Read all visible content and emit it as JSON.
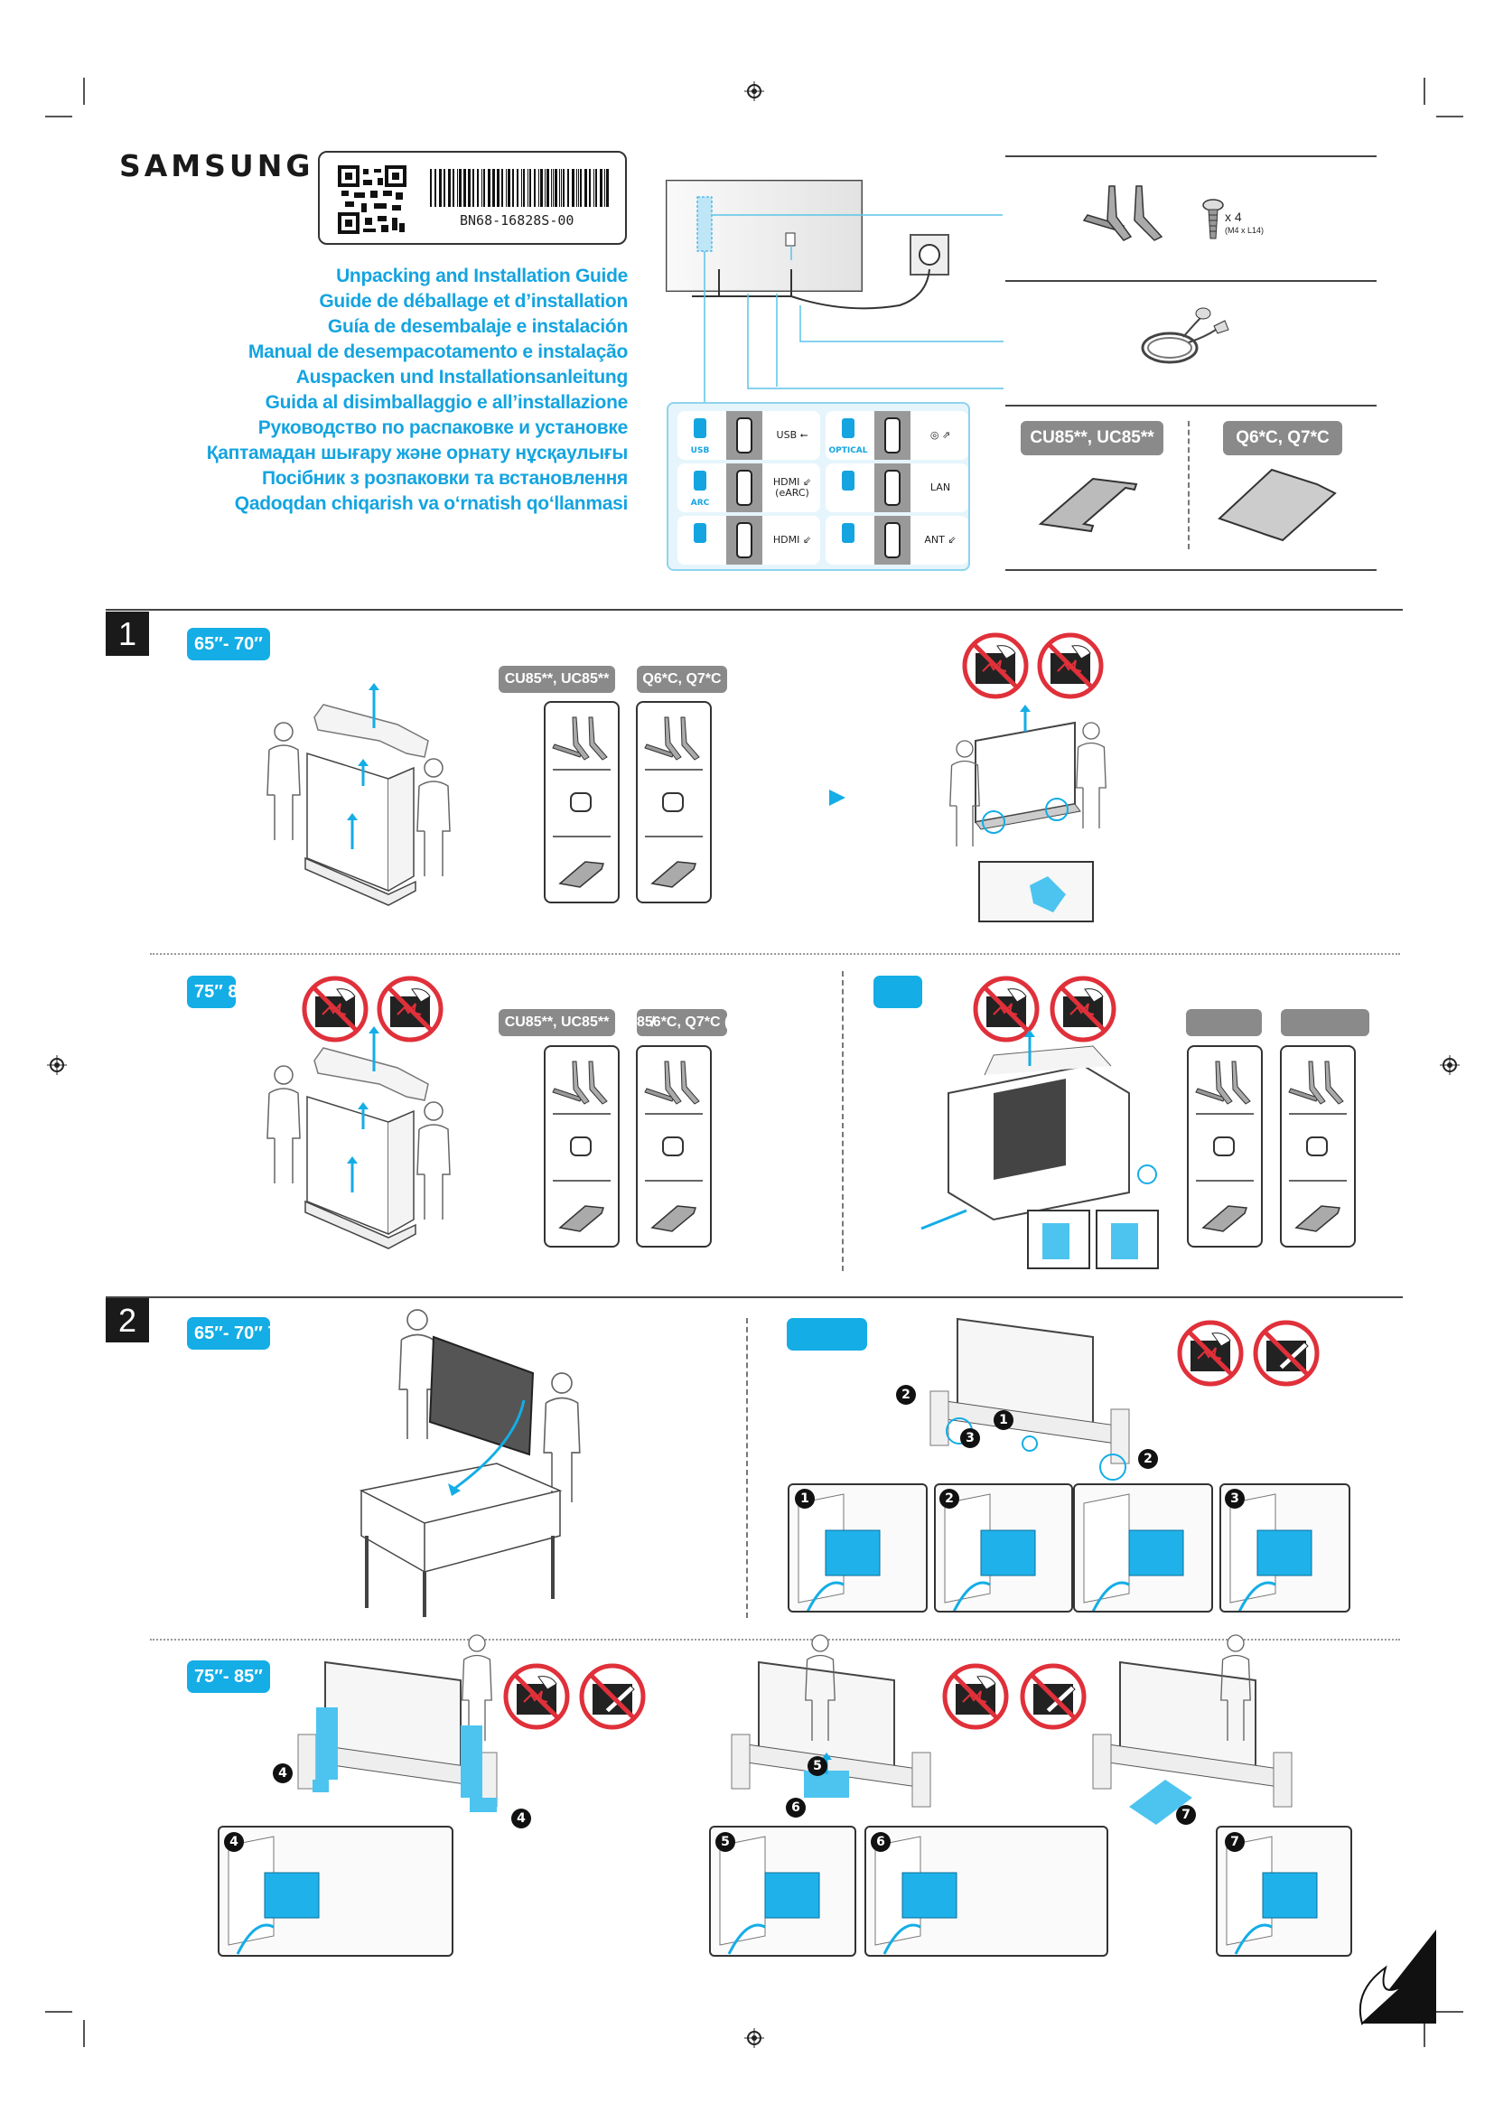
{
  "brand": {
    "logo": "SAMSUNG"
  },
  "label": {
    "part_number": "BN68-16828S-00",
    "icons": [
      "qr-code",
      "barcode"
    ]
  },
  "titles": [
    "Unpacking and Installation Guide",
    "Guide de déballage et d’installation",
    "Guía de desembalaje e instalación",
    "Manual de desempacotamento e instalação",
    "Auspacken und Installationsanleitung",
    "Guida al disimballaggio e all’installazione",
    "Руководство по распаковке и установке",
    "Қаптамадан шығару және орнату нұсқаулығы",
    "Посібник з розпаковки та встановлення",
    "Qadoqdan chiqarish va oʻrnatish qoʻllanmasi"
  ],
  "ports": [
    {
      "icon": "usb-drive-icon",
      "caption": "USB",
      "name": "USB ⭠"
    },
    {
      "icon": "speaker-optical-icon",
      "caption": "OPTICAL",
      "name": "◎ ⇗"
    },
    {
      "icon": "speaker-arc-icon",
      "caption": "ARC",
      "name": "HDMI ⇙ (eARC)"
    },
    {
      "icon": "lan-plug-icon",
      "caption": "",
      "name": "LAN"
    },
    {
      "icon": "set-top-box-icon",
      "caption": "",
      "name": "HDMI ⇙"
    },
    {
      "icon": "antenna-icon",
      "caption": "",
      "name": "ANT ⇙"
    }
  ],
  "accessories": {
    "screws_qty": "x 4",
    "screws_spec": "(M4 x L14)",
    "model_a": "CU85**, UC85**",
    "model_b": "Q6*C, Q7*C"
  },
  "section1": {
    "step": "1",
    "row1": {
      "size": "65″- 70″",
      "model_a": "CU85**, UC85**",
      "model_b": "Q6*C, Q7*C"
    },
    "row2": {
      "size": "75″ 8",
      "model_a": "CU85**, UC85**",
      "model_b": "85̸6*C, Q7*C (",
      "right_size": "",
      "right_model_a": "",
      "right_model_b": ""
    }
  },
  "section2": {
    "step": "2",
    "row1": {
      "size": "65″- 70″ 7",
      "right_size": ""
    },
    "row2": {
      "size": "75″- 85″"
    },
    "callouts": [
      "1",
      "2",
      "3",
      "4",
      "5",
      "6",
      "7"
    ]
  },
  "colors": {
    "accent": "#14ade6",
    "warning_red": "#e0303a",
    "model_badge": "#8a8a8a",
    "step_box": "#1a1a1a"
  }
}
